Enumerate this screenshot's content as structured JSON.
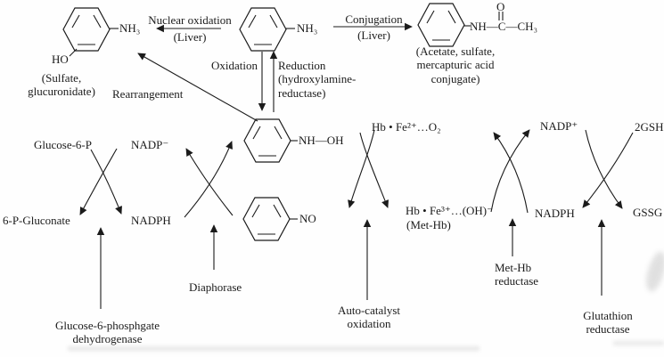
{
  "colors": {
    "ink": "#1b1b1b",
    "background": "#fefefe"
  },
  "top_row": {
    "hydroxyaniline": {
      "nh3": "NH₃",
      "ho": "HO",
      "conjugates": "(Sulfate,\nglucuronidate)"
    },
    "aniline": {
      "nh3": "NH₃"
    },
    "acetanilide": {
      "chain": "NH—C—CH₃",
      "oxygen": "O",
      "conjugates": "(Acetate, sulfate,\nmercapturic acid\nconjugate)"
    },
    "nuclear_oxidation": {
      "label": "Nuclear oxidation",
      "site": "(Liver)"
    },
    "conjugation": {
      "label": "Conjugation",
      "site": "(Liver)"
    }
  },
  "middle": {
    "oxidation": "Oxidation",
    "reduction": "Reduction\n(hydroxylamine-\nreductase)",
    "rearrangement": "Rearrangement",
    "phenylhydroxylamine": {
      "group": "NH—OH"
    },
    "nitrosobenzene": {
      "group": "NO"
    }
  },
  "nadph_cycle": {
    "glucose6p": "Glucose-6-P",
    "nadp": "NADP⁻",
    "gluconate": "6-P-Gluconate",
    "nadph": "NADPH",
    "enzyme": "Glucose-6-phosphgate\ndehydrogenase",
    "diaphorase": "Diaphorase"
  },
  "hemoglobin_cycle": {
    "oxy": "Hb • Fe²⁺…O₂",
    "met": "Hb • Fe³⁺…(OH)⁻",
    "met_name": "(Met-Hb)",
    "autocatalyst": "Auto-catalyst\noxidation",
    "nadp": "NADP⁺",
    "nadph": "NADPH",
    "enzyme": "Met-Hb\nreductase"
  },
  "glutathione_cycle": {
    "gsh": "2GSH",
    "gssg": "GSSG",
    "enzyme": "Glutathion\nreductase"
  }
}
